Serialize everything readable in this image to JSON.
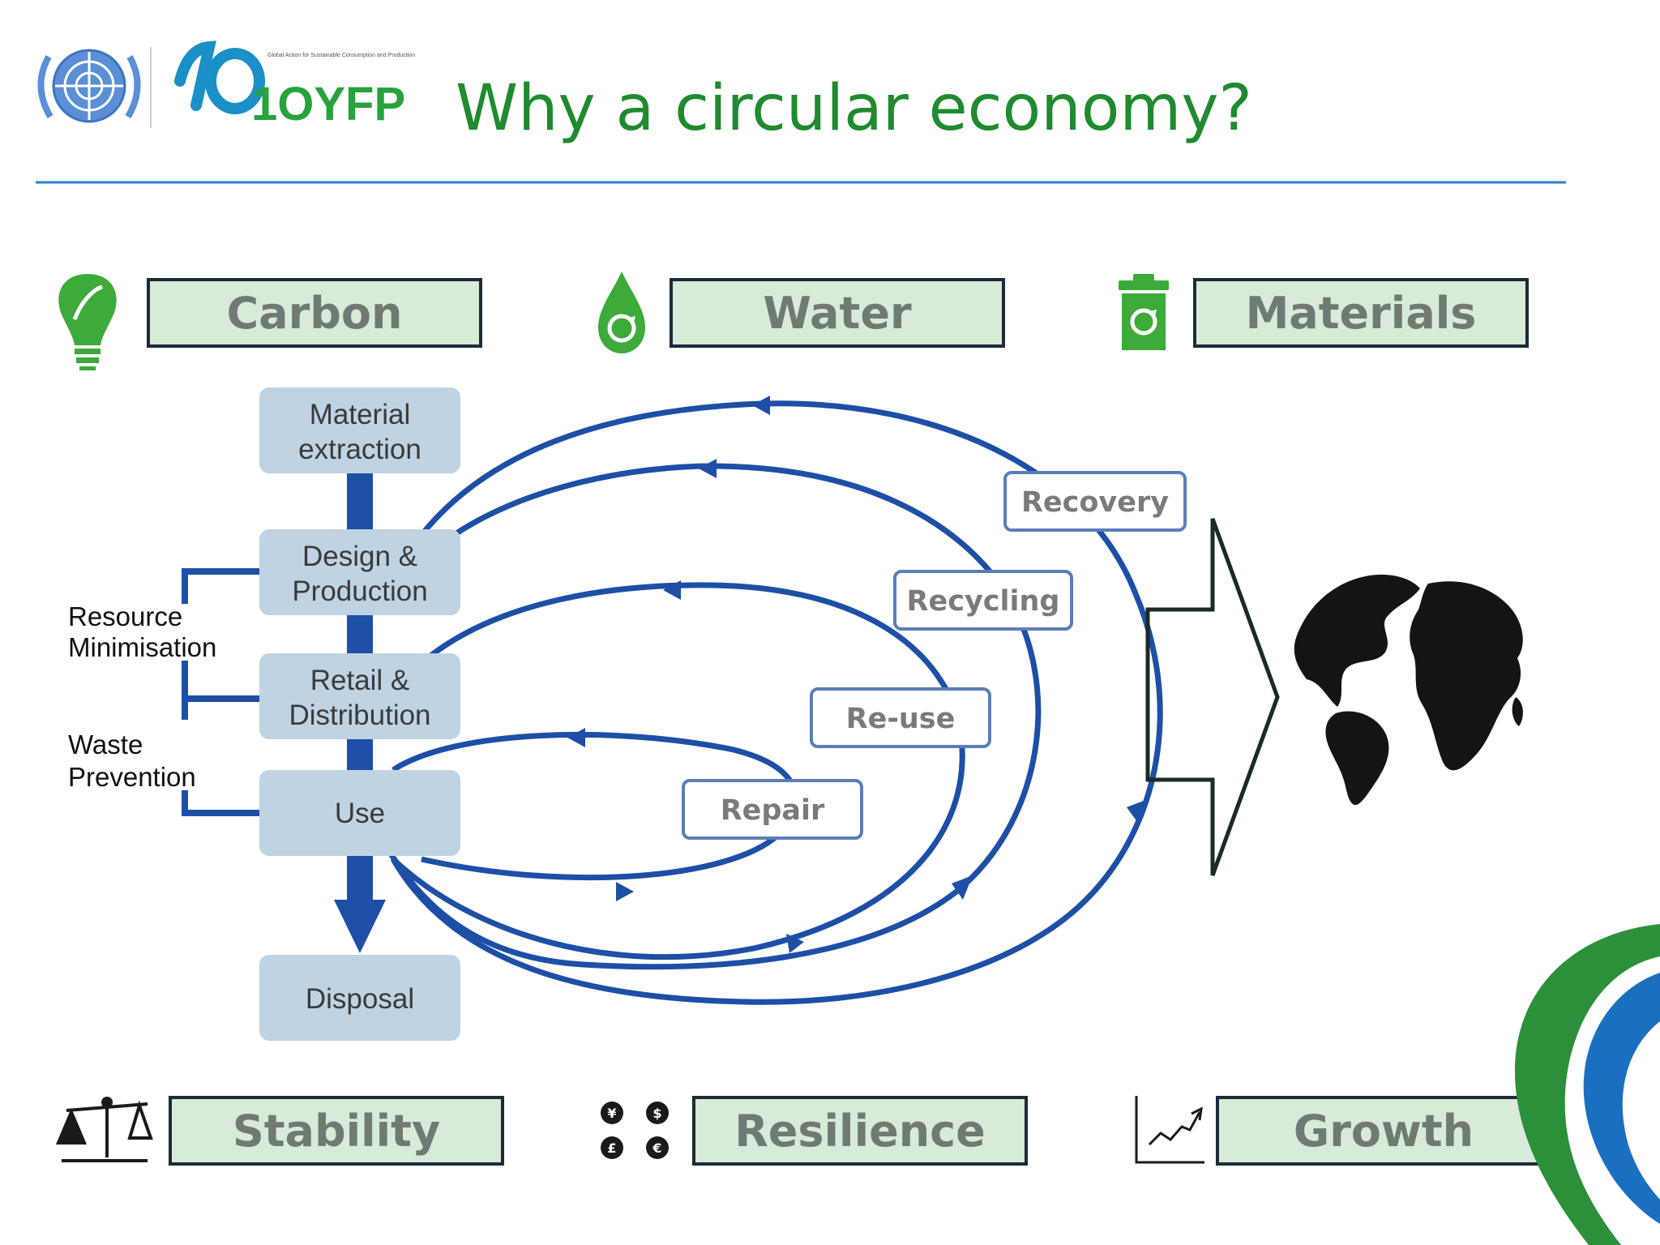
{
  "header": {
    "title": "Why a circular economy?",
    "logo_text": "1OYFP",
    "logo_tagline": "Global Action for Sustainable Consumption and Production"
  },
  "colors": {
    "title": "#1f8a2e",
    "rule": "#2a7fd0",
    "flow_blue": "#1d4fa6",
    "stage_box": "#bfd3e3",
    "category_box_fill": "#d8ead8",
    "category_box_border": "#1d2a3a",
    "category_text": "#6f7a72",
    "loop_label_text": "#7a7a7a",
    "loop_label_border": "#5b7eb8",
    "icon_green": "#3daa3a",
    "globe": "#141414"
  },
  "categories_top": [
    {
      "label": "Carbon",
      "icon": "leaf-bulb-icon"
    },
    {
      "label": "Water",
      "icon": "water-drop-recycle-icon"
    },
    {
      "label": "Materials",
      "icon": "recycle-bin-icon"
    }
  ],
  "categories_bottom": [
    {
      "label": "Stability",
      "icon": "balance-scale-icon"
    },
    {
      "label": "Resilience",
      "icon": "currency-coins-icon"
    },
    {
      "label": "Growth",
      "icon": "growth-chart-icon"
    }
  ],
  "stages": [
    {
      "line1": "Material",
      "line2": "extraction"
    },
    {
      "line1": "Design &",
      "line2": "Production"
    },
    {
      "line1": "Retail &",
      "line2": "Distribution"
    },
    {
      "line1": "Use",
      "line2": ""
    },
    {
      "line1": "Disposal",
      "line2": ""
    }
  ],
  "side_labels": [
    {
      "line1": "Resource",
      "line2": "Minimisation"
    },
    {
      "line1": "Waste",
      "line2": "Prevention"
    }
  ],
  "loops": [
    {
      "label": "Repair"
    },
    {
      "label": "Re-use"
    },
    {
      "label": "Recycling"
    },
    {
      "label": "Recovery"
    }
  ]
}
